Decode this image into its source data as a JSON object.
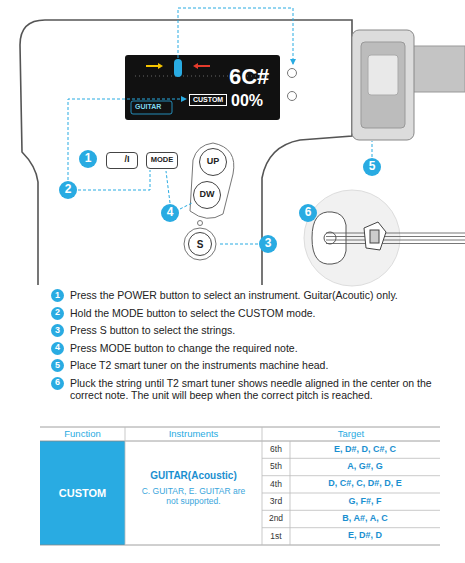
{
  "diagram": {
    "nodes": [
      {
        "text": [
          "GUITAR",
          "6C#",
          "00%"
        ]
      },
      {
        "text": [
          "CUSTOM"
        ],
        "in": 0
      },
      {
        "text": [
          "/I"
        ]
      },
      {
        "text": [
          "MODE"
        ]
      },
      {
        "text": [
          "UP"
        ]
      },
      {
        "text": [
          "DW"
        ]
      },
      {
        "text": [
          "S"
        ]
      }
    ],
    "labels": [
      "1",
      "2",
      "3",
      "4",
      "5",
      "6",
      "1",
      "2",
      "3",
      "4",
      "5",
      "6",
      "Press the POWER button to select an instrument. Guitar(Acoutic) only.",
      "Hold the MODE button to select the CUSTOM mode.",
      "Press S button to select the strings.",
      "Press MODE button to change the required note.",
      "Place T2 smart tuner on the instruments machine head.",
      "Pluck the string until T2 smart tuner shows needle aligned in the center on the correct note. The unit will beep when the correct pitch is reached.",
      "Function",
      "Instruments",
      "Target",
      "CUSTOM",
      "GUITAR(Acoustic)",
      "C. GUITAR, E. GUITAR are not supported.",
      "6th",
      "E, D#, D, C#, C",
      "5th",
      "A, G#, G",
      "4th",
      "D, C#, C, D#, D, E",
      "3rd",
      "G, F#, F",
      "2nd",
      "B, A#, A, C",
      "1st",
      "E, D#, D"
    ]
  }
}
